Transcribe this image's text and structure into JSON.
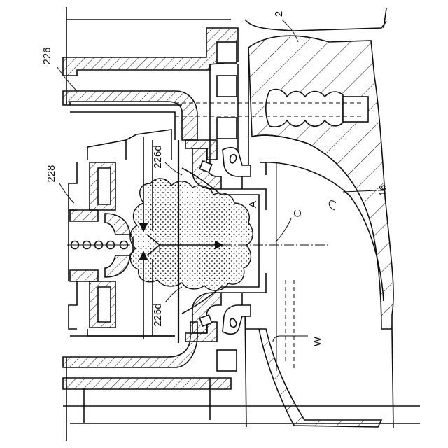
{
  "labels": {
    "ref_2": "2",
    "ref_226": "226",
    "ref_228": "228",
    "ref_226d_top": "226d",
    "ref_226d_bottom": "226d",
    "ref_16": "16",
    "ref_A": "A",
    "ref_C": "C",
    "ref_W": "W"
  },
  "colors": {
    "line": "#111111",
    "background": "#ffffff"
  }
}
